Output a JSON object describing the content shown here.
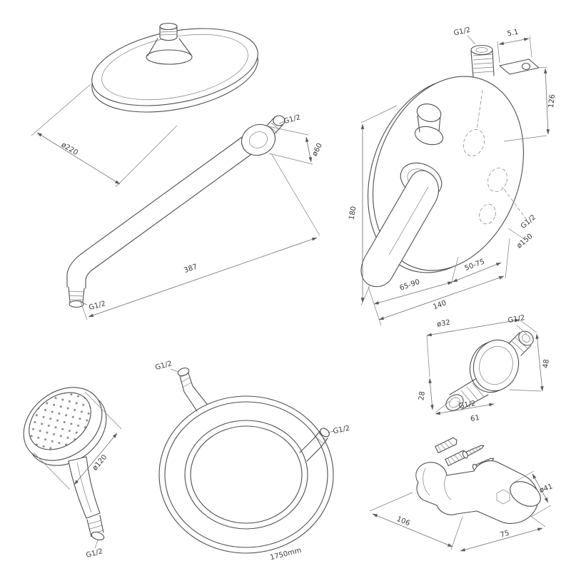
{
  "drawing": {
    "background": "#ffffff",
    "line_color": "#4f4f4f",
    "components": {
      "overhead_shower": {
        "dia": "ø220"
      },
      "shower_arm": {
        "thread_wall": "G1/2",
        "dia": "ø60",
        "length": "387",
        "thread_end": "G1/2"
      },
      "mixer": {
        "thread_top": "G1/2",
        "bracket_offset": "5.1",
        "top_height": "126",
        "height": "180",
        "depth_left": "65-90",
        "width": "140",
        "depth_right": "50-75",
        "plate_dia": "ø150",
        "thread_ports": "G1/2"
      },
      "hand_shower": {
        "dia": "ø120",
        "thread": "G1/2"
      },
      "hose": {
        "thread_a": "G1/2",
        "thread_b": "G1/2",
        "length": "1750mm"
      },
      "wall_elbow": {
        "dia_top": "ø32",
        "thread_wall": "G1/2",
        "height": "48",
        "depth": "28",
        "width": "61",
        "thread_out": "G1/2"
      },
      "holder": {
        "width": "106",
        "depth": "75",
        "dia": "ø41"
      }
    }
  }
}
